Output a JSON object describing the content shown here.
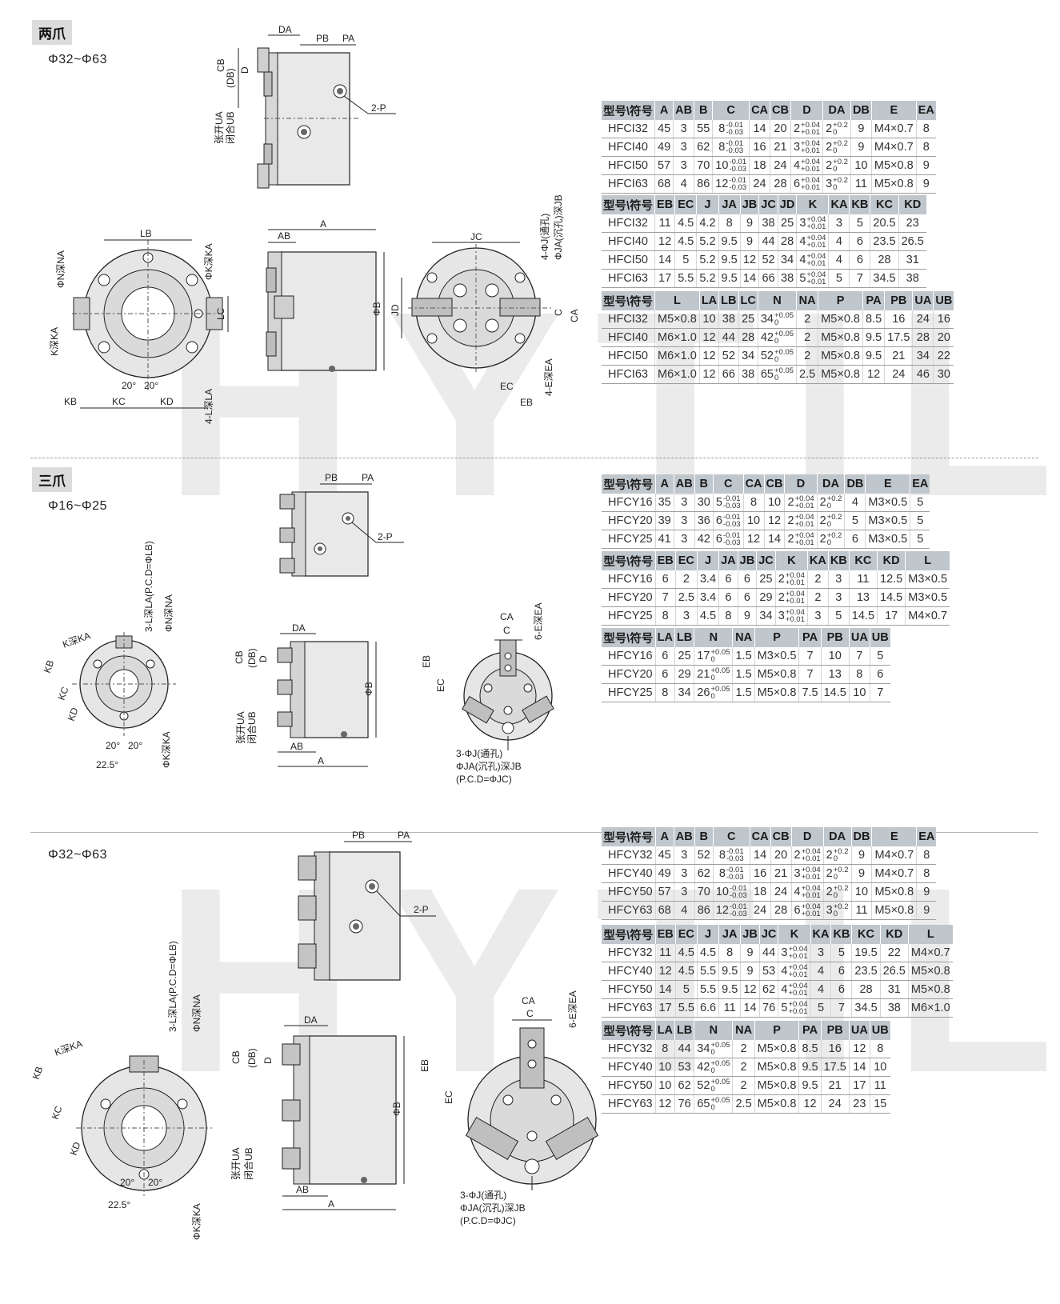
{
  "watermark": "HYTIL",
  "sections": {
    "two_jaw": {
      "title": "两爪",
      "range": "Φ32~Φ63"
    },
    "three_jaw": {
      "title": "三爪",
      "range": "Φ16~Φ25"
    },
    "three_jaw_large": {
      "range": "Φ32~Φ63"
    }
  },
  "drawing_labels": {
    "DA": "DA",
    "PB": "PB",
    "PA": "PA",
    "CB": "CB",
    "DB": "(DB)",
    "D": "D",
    "P2": "2-P",
    "UA_open": "张开UA",
    "UB_close": "闭合UB",
    "LB": "LB",
    "NA": "ΦN深NA",
    "KA": "ΦK深KA",
    "KA2": "K深KA",
    "LC": "LC",
    "KB": "KB",
    "KC": "KC",
    "KD": "KD",
    "L4": "4-L深LA",
    "ang20": "20°",
    "ang225": "22.5°",
    "A": "A",
    "AB": "AB",
    "B": "ΦB",
    "JD": "JD",
    "JC": "JC",
    "J4": "4-ΦJ(通孔)",
    "JA": "ΦJA(沉孔)深JB",
    "C": "C",
    "CA": "CA",
    "E4": "4-E深EA",
    "EC": "EC",
    "EB": "EB",
    "L3": "3-L深LA(P.C.D=ΦLB)",
    "E6": "6-E深EA",
    "J3": "3-ΦJ(通孔)",
    "JA3": "ΦJA(沉孔)深JB",
    "PCD": "(P.C.D=ΦJC)"
  },
  "tables": {
    "t1": {
      "headers": [
        "型号\\符号",
        "A",
        "AB",
        "B",
        "C",
        "CA",
        "CB",
        "D",
        "DA",
        "DB",
        "E",
        "EA"
      ],
      "rows": [
        [
          "HFCI32",
          "45",
          "3",
          "55",
          {
            "b": "8",
            "u": "-0.01",
            "l": "-0.03"
          },
          "14",
          "20",
          {
            "b": "2",
            "u": "+0.04",
            "l": "+0.01"
          },
          {
            "b": "2",
            "u": "+0.2",
            "l": "0"
          },
          "9",
          "M4×0.7",
          "8"
        ],
        [
          "HFCI40",
          "49",
          "3",
          "62",
          {
            "b": "8",
            "u": "-0.01",
            "l": "-0.03"
          },
          "16",
          "21",
          {
            "b": "3",
            "u": "+0.04",
            "l": "+0.01"
          },
          {
            "b": "2",
            "u": "+0.2",
            "l": "0"
          },
          "9",
          "M4×0.7",
          "8"
        ],
        [
          "HFCI50",
          "57",
          "3",
          "70",
          {
            "b": "10",
            "u": "-0.01",
            "l": "-0.03"
          },
          "18",
          "24",
          {
            "b": "4",
            "u": "+0.04",
            "l": "+0.01"
          },
          {
            "b": "2",
            "u": "+0.2",
            "l": "0"
          },
          "10",
          "M5×0.8",
          "9"
        ],
        [
          "HFCI63",
          "68",
          "4",
          "86",
          {
            "b": "12",
            "u": "-0.01",
            "l": "-0.03"
          },
          "24",
          "28",
          {
            "b": "6",
            "u": "+0.04",
            "l": "+0.01"
          },
          {
            "b": "3",
            "u": "+0.2",
            "l": "0"
          },
          "11",
          "M5×0.8",
          "9"
        ]
      ]
    },
    "t2": {
      "headers": [
        "型号\\符号",
        "EB",
        "EC",
        "J",
        "JA",
        "JB",
        "JC",
        "JD",
        "K",
        "KA",
        "KB",
        "KC",
        "KD"
      ],
      "rows": [
        [
          "HFCI32",
          "11",
          "4.5",
          "4.2",
          "8",
          "9",
          "38",
          "25",
          {
            "b": "3",
            "u": "+0.04",
            "l": "+0.01"
          },
          "3",
          "5",
          "20.5",
          "23"
        ],
        [
          "HFCI40",
          "12",
          "4.5",
          "5.2",
          "9.5",
          "9",
          "44",
          "28",
          {
            "b": "4",
            "u": "+0.04",
            "l": "+0.01"
          },
          "4",
          "6",
          "23.5",
          "26.5"
        ],
        [
          "HFCI50",
          "14",
          "5",
          "5.2",
          "9.5",
          "12",
          "52",
          "34",
          {
            "b": "4",
            "u": "+0.04",
            "l": "+0.01"
          },
          "4",
          "6",
          "28",
          "31"
        ],
        [
          "HFCI63",
          "17",
          "5.5",
          "5.2",
          "9.5",
          "14",
          "66",
          "38",
          {
            "b": "5",
            "u": "+0.04",
            "l": "+0.01"
          },
          "5",
          "7",
          "34.5",
          "38"
        ]
      ]
    },
    "t3": {
      "headers": [
        "型号\\符号",
        "L",
        "LA",
        "LB",
        "LC",
        "N",
        "NA",
        "P",
        "PA",
        "PB",
        "UA",
        "UB"
      ],
      "rows": [
        [
          "HFCI32",
          "M5×0.8",
          "10",
          "38",
          "25",
          {
            "b": "34",
            "u": "+0.05",
            "l": "0"
          },
          "2",
          "M5×0.8",
          "8.5",
          "16",
          "24",
          "16"
        ],
        [
          "HFCI40",
          "M6×1.0",
          "12",
          "44",
          "28",
          {
            "b": "42",
            "u": "+0.05",
            "l": "0"
          },
          "2",
          "M5×0.8",
          "9.5",
          "17.5",
          "28",
          "20"
        ],
        [
          "HFCI50",
          "M6×1.0",
          "12",
          "52",
          "34",
          {
            "b": "52",
            "u": "+0.05",
            "l": "0"
          },
          "2",
          "M5×0.8",
          "9.5",
          "21",
          "34",
          "22"
        ],
        [
          "HFCI63",
          "M6×1.0",
          "12",
          "66",
          "38",
          {
            "b": "65",
            "u": "+0.05",
            "l": "0"
          },
          "2.5",
          "M5×0.8",
          "12",
          "24",
          "46",
          "30"
        ]
      ]
    },
    "t4": {
      "headers": [
        "型号\\符号",
        "A",
        "AB",
        "B",
        "C",
        "CA",
        "CB",
        "D",
        "DA",
        "DB",
        "E",
        "EA"
      ],
      "rows": [
        [
          "HFCY16",
          "35",
          "3",
          "30",
          {
            "b": "5",
            "u": "-0.01",
            "l": "-0.03"
          },
          "8",
          "10",
          {
            "b": "2",
            "u": "+0.04",
            "l": "+0.01"
          },
          {
            "b": "2",
            "u": "+0.2",
            "l": "0"
          },
          "4",
          "M3×0.5",
          "5"
        ],
        [
          "HFCY20",
          "39",
          "3",
          "36",
          {
            "b": "6",
            "u": "-0.01",
            "l": "-0.03"
          },
          "10",
          "12",
          {
            "b": "2",
            "u": "+0.04",
            "l": "+0.01"
          },
          {
            "b": "2",
            "u": "+0.2",
            "l": "0"
          },
          "5",
          "M3×0.5",
          "5"
        ],
        [
          "HFCY25",
          "41",
          "3",
          "42",
          {
            "b": "6",
            "u": "-0.01",
            "l": "-0.03"
          },
          "12",
          "14",
          {
            "b": "2",
            "u": "+0.04",
            "l": "+0.01"
          },
          {
            "b": "2",
            "u": "+0.2",
            "l": "0"
          },
          "6",
          "M3×0.5",
          "5"
        ]
      ]
    },
    "t5": {
      "headers": [
        "型号\\符号",
        "EB",
        "EC",
        "J",
        "JA",
        "JB",
        "JC",
        "K",
        "KA",
        "KB",
        "KC",
        "KD",
        "L"
      ],
      "rows": [
        [
          "HFCY16",
          "6",
          "2",
          "3.4",
          "6",
          "6",
          "25",
          {
            "b": "2",
            "u": "+0.04",
            "l": "+0.01"
          },
          "2",
          "3",
          "11",
          "12.5",
          "M3×0.5"
        ],
        [
          "HFCY20",
          "7",
          "2.5",
          "3.4",
          "6",
          "6",
          "29",
          {
            "b": "2",
            "u": "+0.04",
            "l": "+0.01"
          },
          "2",
          "3",
          "13",
          "14.5",
          "M3×0.5"
        ],
        [
          "HFCY25",
          "8",
          "3",
          "4.5",
          "8",
          "9",
          "34",
          {
            "b": "3",
            "u": "+0.04",
            "l": "+0.01"
          },
          "3",
          "5",
          "14.5",
          "17",
          "M4×0.7"
        ]
      ]
    },
    "t6": {
      "headers": [
        "型号\\符号",
        "LA",
        "LB",
        "N",
        "NA",
        "P",
        "PA",
        "PB",
        "UA",
        "UB"
      ],
      "rows": [
        [
          "HFCY16",
          "6",
          "25",
          {
            "b": "17",
            "u": "+0.05",
            "l": "0"
          },
          "1.5",
          "M3×0.5",
          "7",
          "10",
          "7",
          "5"
        ],
        [
          "HFCY20",
          "6",
          "29",
          {
            "b": "21",
            "u": "+0.05",
            "l": "0"
          },
          "1.5",
          "M5×0.8",
          "7",
          "13",
          "8",
          "6"
        ],
        [
          "HFCY25",
          "8",
          "34",
          {
            "b": "26",
            "u": "+0.05",
            "l": "0"
          },
          "1.5",
          "M5×0.8",
          "7.5",
          "14.5",
          "10",
          "7"
        ]
      ]
    },
    "t7": {
      "headers": [
        "型号\\符号",
        "A",
        "AB",
        "B",
        "C",
        "CA",
        "CB",
        "D",
        "DA",
        "DB",
        "E",
        "EA"
      ],
      "rows": [
        [
          "HFCY32",
          "45",
          "3",
          "52",
          {
            "b": "8",
            "u": "-0.01",
            "l": "-0.03"
          },
          "14",
          "20",
          {
            "b": "2",
            "u": "+0.04",
            "l": "+0.01"
          },
          {
            "b": "2",
            "u": "+0.2",
            "l": "0"
          },
          "9",
          "M4×0.7",
          "8"
        ],
        [
          "HFCY40",
          "49",
          "3",
          "62",
          {
            "b": "8",
            "u": "-0.01",
            "l": "-0.03"
          },
          "16",
          "21",
          {
            "b": "3",
            "u": "+0.04",
            "l": "+0.01"
          },
          {
            "b": "2",
            "u": "+0.2",
            "l": "0"
          },
          "9",
          "M4×0.7",
          "8"
        ],
        [
          "HFCY50",
          "57",
          "3",
          "70",
          {
            "b": "10",
            "u": "-0.01",
            "l": "-0.03"
          },
          "18",
          "24",
          {
            "b": "4",
            "u": "+0.04",
            "l": "+0.01"
          },
          {
            "b": "2",
            "u": "+0.2",
            "l": "0"
          },
          "10",
          "M5×0.8",
          "9"
        ],
        [
          "HFCY63",
          "68",
          "4",
          "86",
          {
            "b": "12",
            "u": "-0.01",
            "l": "-0.03"
          },
          "24",
          "28",
          {
            "b": "6",
            "u": "+0.04",
            "l": "+0.01"
          },
          {
            "b": "3",
            "u": "+0.2",
            "l": "0"
          },
          "11",
          "M5×0.8",
          "9"
        ]
      ]
    },
    "t8": {
      "headers": [
        "型号\\符号",
        "EB",
        "EC",
        "J",
        "JA",
        "JB",
        "JC",
        "K",
        "KA",
        "KB",
        "KC",
        "KD",
        "L"
      ],
      "rows": [
        [
          "HFCY32",
          "11",
          "4.5",
          "4.5",
          "8",
          "9",
          "44",
          {
            "b": "3",
            "u": "+0.04",
            "l": "+0.01"
          },
          "3",
          "5",
          "19.5",
          "22",
          "M4×0.7"
        ],
        [
          "HFCY40",
          "12",
          "4.5",
          "5.5",
          "9.5",
          "9",
          "53",
          {
            "b": "4",
            "u": "+0.04",
            "l": "+0.01"
          },
          "4",
          "6",
          "23.5",
          "26.5",
          "M5×0.8"
        ],
        [
          "HFCY50",
          "14",
          "5",
          "5.5",
          "9.5",
          "12",
          "62",
          {
            "b": "4",
            "u": "+0.04",
            "l": "+0.01"
          },
          "4",
          "6",
          "28",
          "31",
          "M5×0.8"
        ],
        [
          "HFCY63",
          "17",
          "5.5",
          "6.6",
          "11",
          "14",
          "76",
          {
            "b": "5",
            "u": "+0.04",
            "l": "+0.01"
          },
          "5",
          "7",
          "34.5",
          "38",
          "M6×1.0"
        ]
      ]
    },
    "t9": {
      "headers": [
        "型号\\符号",
        "LA",
        "LB",
        "N",
        "NA",
        "P",
        "PA",
        "PB",
        "UA",
        "UB"
      ],
      "rows": [
        [
          "HFCY32",
          "8",
          "44",
          {
            "b": "34",
            "u": "+0.05",
            "l": "0"
          },
          "2",
          "M5×0.8",
          "8.5",
          "16",
          "12",
          "8"
        ],
        [
          "HFCY40",
          "10",
          "53",
          {
            "b": "42",
            "u": "+0.05",
            "l": "0"
          },
          "2",
          "M5×0.8",
          "9.5",
          "17.5",
          "14",
          "10"
        ],
        [
          "HFCY50",
          "10",
          "62",
          {
            "b": "52",
            "u": "+0.05",
            "l": "0"
          },
          "2",
          "M5×0.8",
          "9.5",
          "21",
          "17",
          "11"
        ],
        [
          "HFCY63",
          "12",
          "76",
          {
            "b": "65",
            "u": "+0.05",
            "l": "0"
          },
          "2.5",
          "M5×0.8",
          "12",
          "24",
          "23",
          "15"
        ]
      ]
    }
  }
}
